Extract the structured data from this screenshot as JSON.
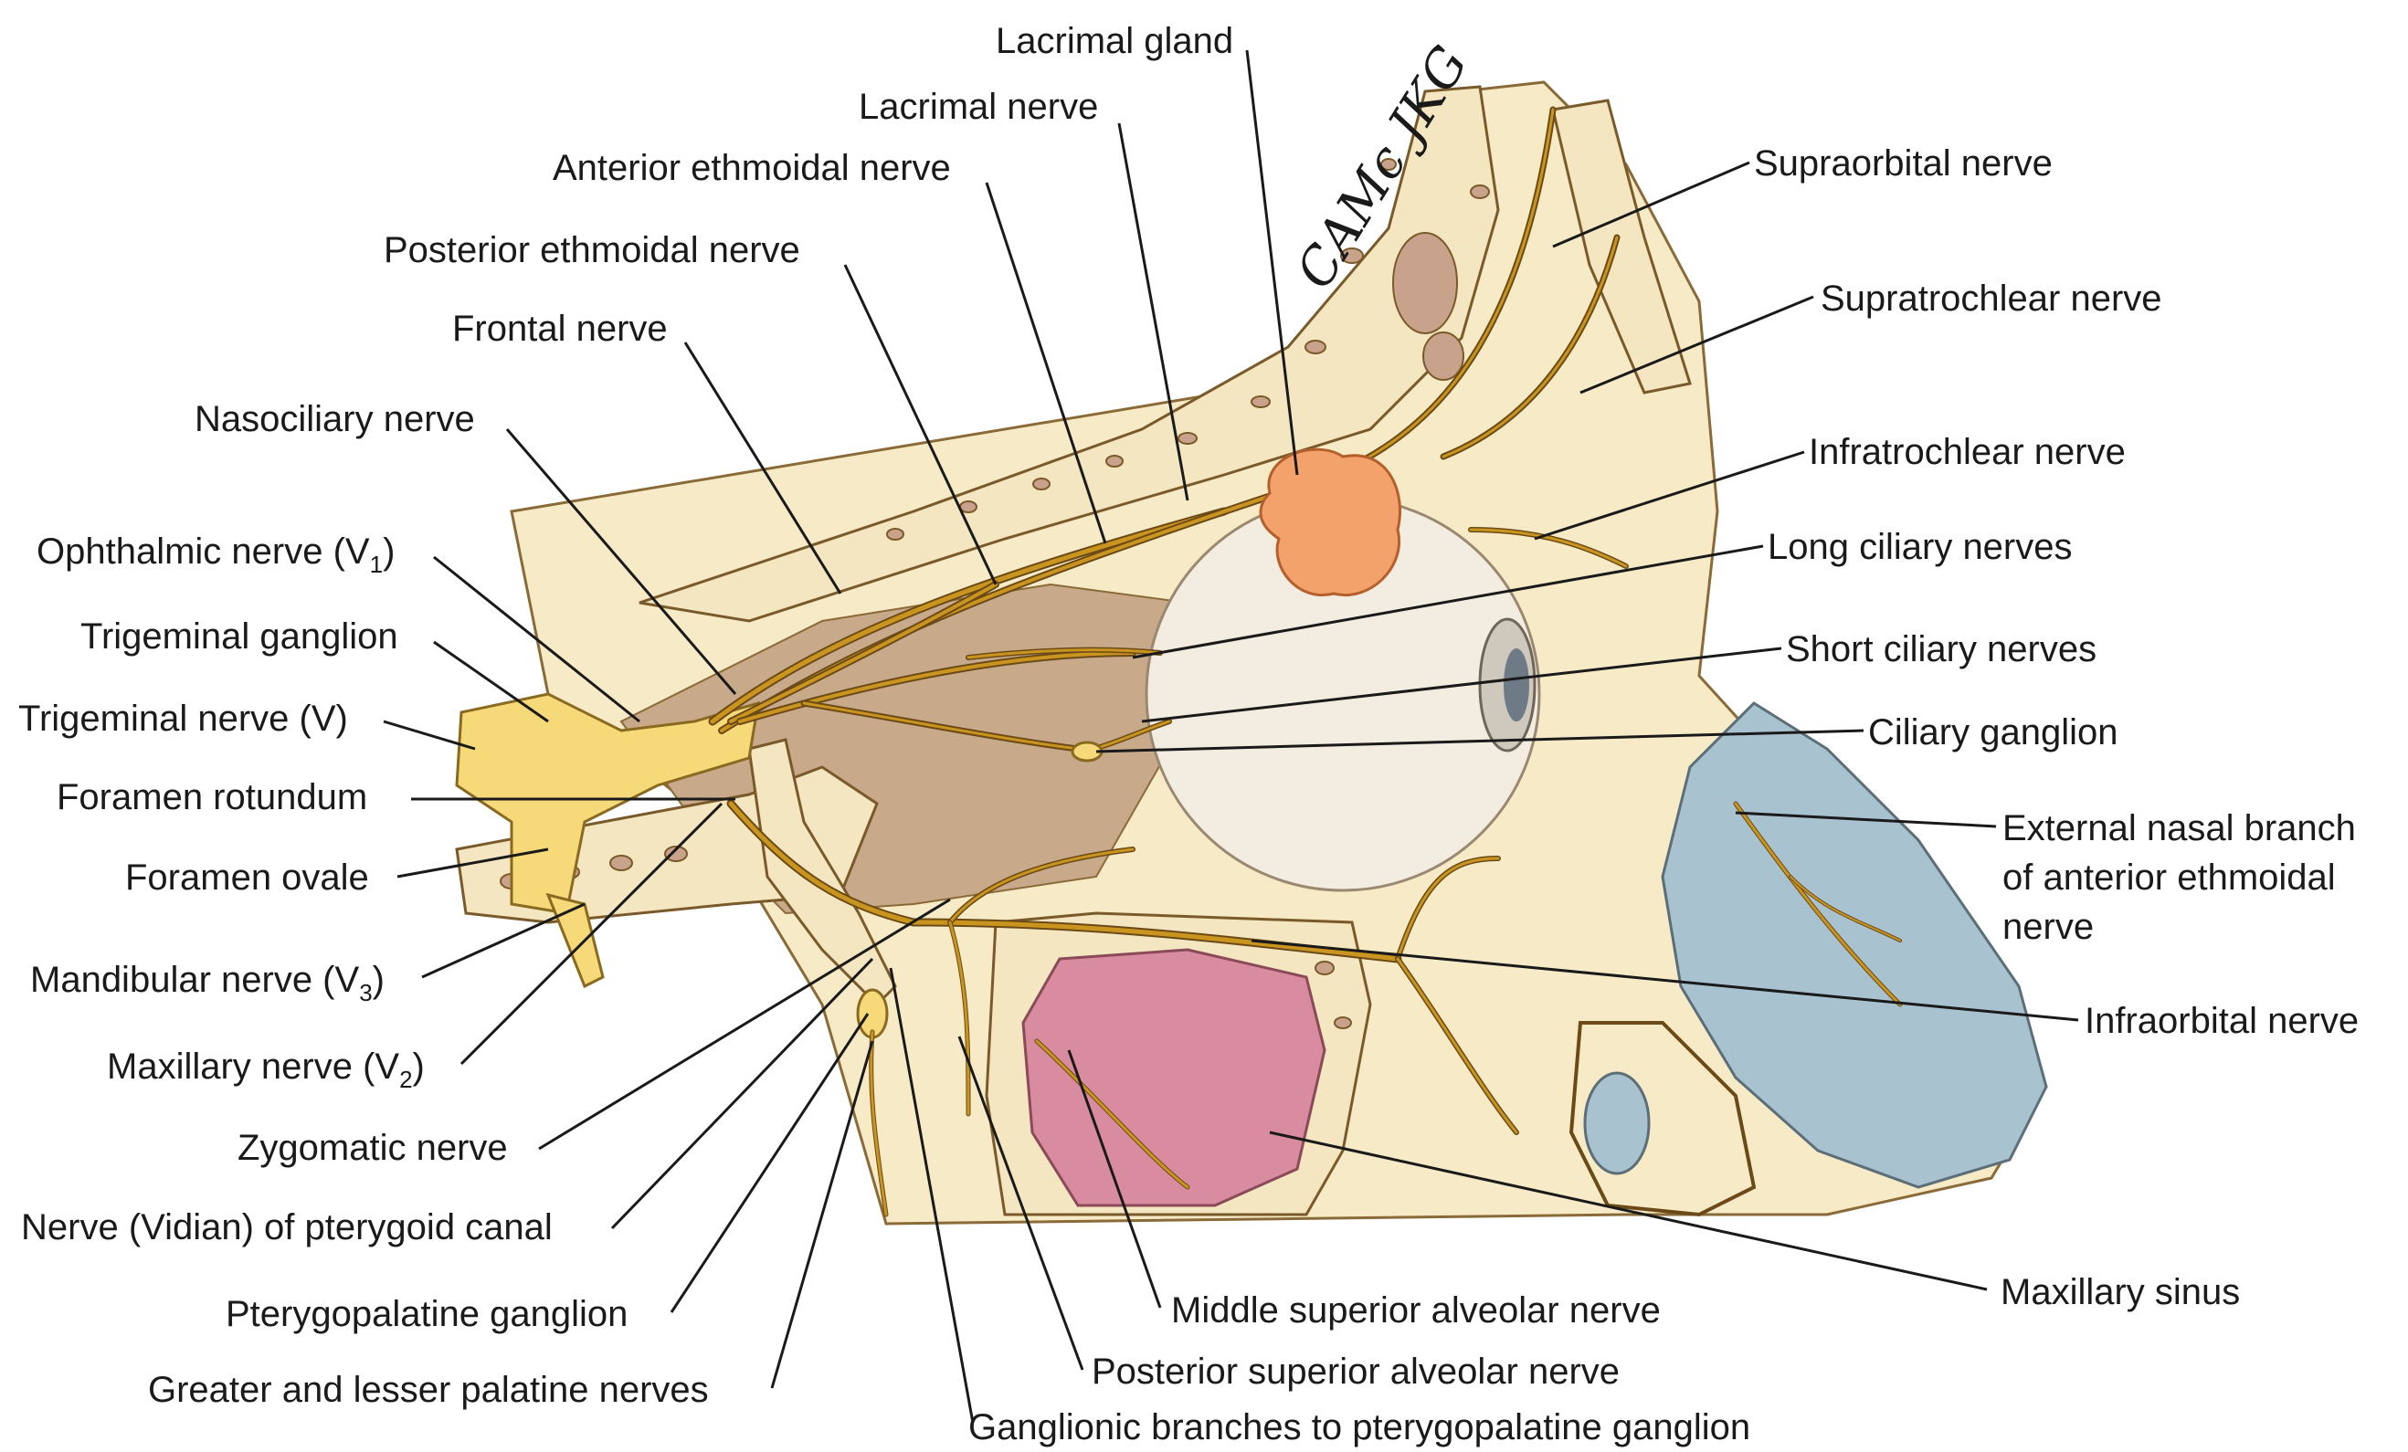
{
  "colors": {
    "background": "#ffffff",
    "tissue": "#f6ebc6",
    "bone": "#f3e6c1",
    "orbit_floor": "#c8a98a",
    "nerve": "#e5b840",
    "nerve_outline": "#6b4a18",
    "ganglion": "#f6d978",
    "lacrimal_gland": "#f4a26b",
    "eyeball": "#f3ece0",
    "nasal_cartilage": "#a9c2cf",
    "maxillary_sinus": "#d98b9f",
    "leader_line": "#1a1a1a"
  },
  "signature": "CAMc JKG",
  "labels": {
    "lacrimal_gland": "Lacrimal gland",
    "lacrimal_nerve": "Lacrimal nerve",
    "anterior_ethmoidal_nerve": "Anterior ethmoidal nerve",
    "posterior_ethmoidal_nerve": "Posterior ethmoidal nerve",
    "frontal_nerve": "Frontal nerve",
    "nasociliary_nerve": "Nasociliary nerve",
    "ophthalmic_nerve_main": "Ophthalmic nerve (V",
    "ophthalmic_nerve_sub": "1",
    "ophthalmic_nerve_close": ")",
    "trigeminal_ganglion": "Trigeminal ganglion",
    "trigeminal_nerve": "Trigeminal nerve (V)",
    "foramen_rotundum": "Foramen rotundum",
    "foramen_ovale": "Foramen ovale",
    "mandibular_nerve_main": "Mandibular nerve (V",
    "mandibular_nerve_sub": "3",
    "mandibular_nerve_close": ")",
    "maxillary_nerve_main": "Maxillary nerve (V",
    "maxillary_nerve_sub": "2",
    "maxillary_nerve_close": ")",
    "zygomatic_nerve": "Zygomatic nerve",
    "vidian_nerve": "Nerve (Vidian) of pterygoid canal",
    "pterygopalatine_ganglion": "Pterygopalatine ganglion",
    "palatine_nerves": "Greater and lesser palatine nerves",
    "supraorbital_nerve": "Supraorbital nerve",
    "supratrochlear_nerve": "Supratrochlear nerve",
    "infratrochlear_nerve": "Infratrochlear nerve",
    "long_ciliary_nerves": "Long ciliary nerves",
    "short_ciliary_nerves": "Short ciliary nerves",
    "ciliary_ganglion": "Ciliary ganglion",
    "external_nasal_line1": "External nasal branch",
    "external_nasal_line2": "of anterior ethmoidal",
    "external_nasal_line3": "nerve",
    "infraorbital_nerve": "Infraorbital nerve",
    "maxillary_sinus": "Maxillary sinus",
    "middle_superior_alveolar_nerve": "Middle superior alveolar nerve",
    "posterior_superior_alveolar_nerve": "Posterior superior alveolar nerve",
    "ganglionic_branches": "Ganglionic branches to pterygopalatine ganglion"
  }
}
